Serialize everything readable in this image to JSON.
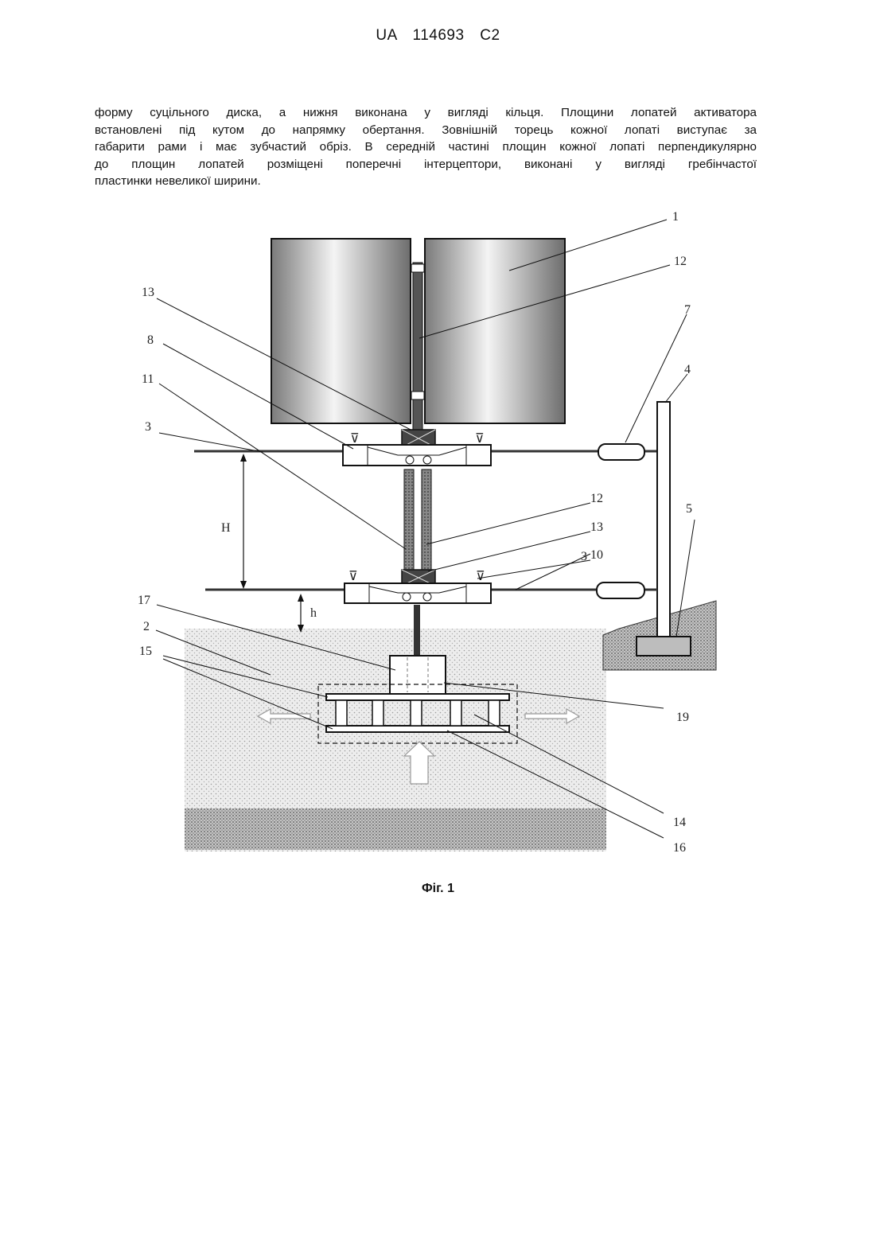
{
  "header": {
    "patent_no": "UA  114693  C2"
  },
  "paragraph": {
    "lines": [
      "форму суцільного диска, а нижня виконана у вигляді кільця. Площини лопатей активатора",
      "встановлені під кутом до напрямку обертання. Зовнішній торець кожної лопаті виступає за",
      "габарити рами і має зубчастий обріз. В середній частині площин кожної лопаті перпендикулярно",
      "до площин лопатей розміщені поперечні інтерцептори, виконані у вигляді гребінчастої",
      "пластинки невеликої ширини."
    ]
  },
  "figure": {
    "labels": {
      "l1": "1",
      "l12a": "12",
      "l13a": "13",
      "l8": "8",
      "l7": "7",
      "l4": "4",
      "l11": "11",
      "l3a": "3",
      "l5": "5",
      "lH": "H",
      "l12b": "12",
      "l13b": "13",
      "l10": "10",
      "l3b": "3",
      "l17": "17",
      "lh": "h",
      "l2": "2",
      "l15": "15",
      "l19": "19",
      "l14": "14",
      "l16": "16"
    },
    "caption": "Фіг. 1"
  }
}
